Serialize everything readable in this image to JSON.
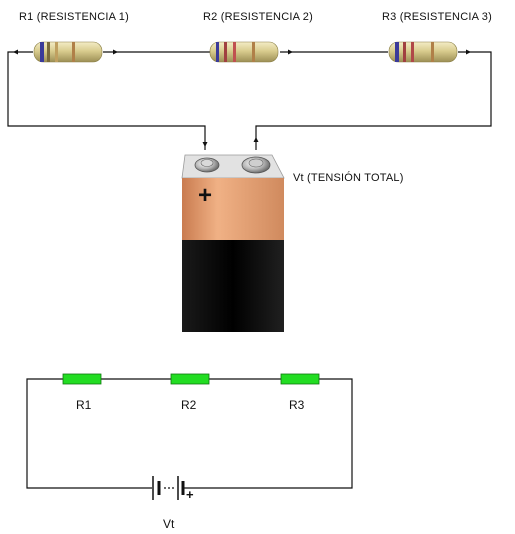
{
  "top_labels": {
    "r1": "R1 (RESISTENCIA 1)",
    "r2": "R2 (RESISTENCIA 2)",
    "r3": "R3 (RESISTENCIA 3)",
    "vt": "Vt (TENSIÓN TOTAL)"
  },
  "battery": {
    "plus_symbol": "+"
  },
  "schematic": {
    "r1": "R1",
    "r2": "R2",
    "r3": "R3",
    "vt": "Vt",
    "plus_symbol": "+"
  },
  "colors": {
    "wire": "#111111",
    "resistor_body": "#e3d7a0",
    "battery_top": "#e8a070",
    "battery_bottom": "#111111",
    "schematic_resistor": "#22dd22"
  }
}
